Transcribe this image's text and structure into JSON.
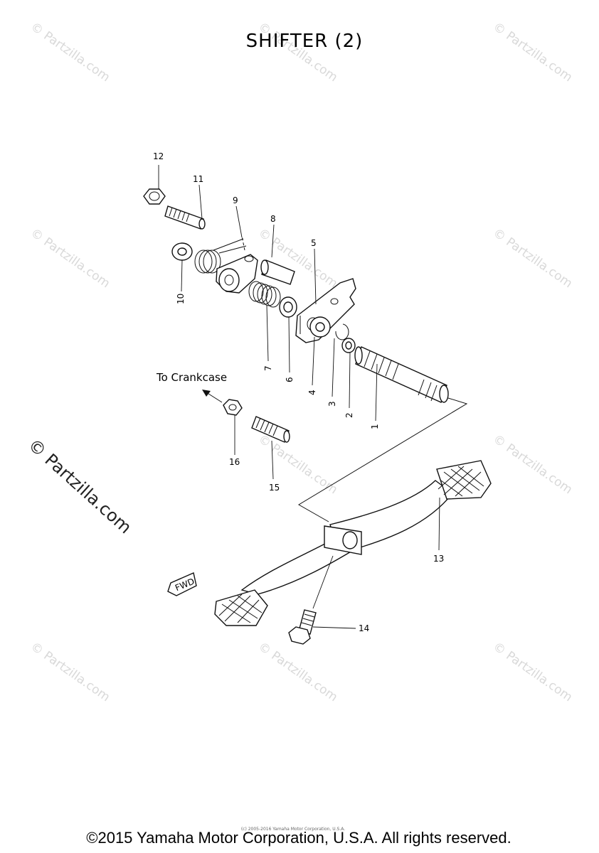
{
  "diagram": {
    "title": "SHIFTER (2)",
    "note": "To Crankcase",
    "fwd_label": "FWD",
    "callouts": [
      "1",
      "2",
      "3",
      "4",
      "5",
      "6",
      "7",
      "8",
      "9",
      "10",
      "11",
      "12",
      "13",
      "14",
      "15",
      "16"
    ]
  },
  "watermarks": {
    "text": "© Partzilla.com",
    "side_text": "© Partzilla.com"
  },
  "footer": {
    "copyright": "©2015 Yamaha Motor Corporation, U.S.A. All rights reserved.",
    "small_print": "(c) 2005-2016 Yamaha Motor Corporation, U.S.A."
  }
}
